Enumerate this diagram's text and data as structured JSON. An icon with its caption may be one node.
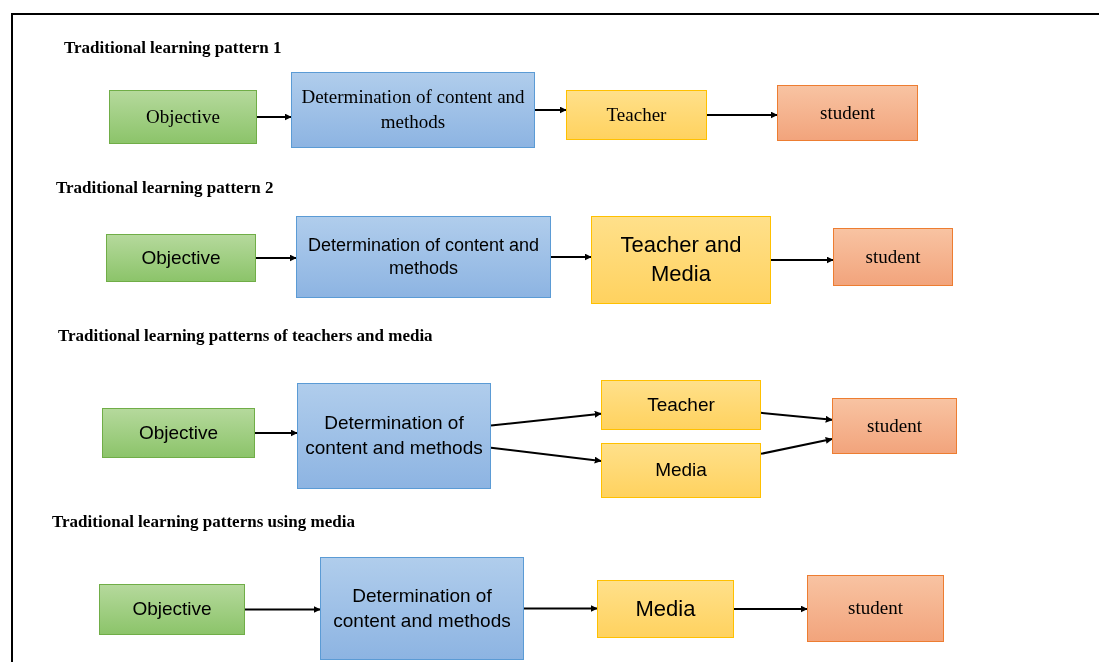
{
  "diagram": {
    "nodes": [
      {
        "text": [
          "Objective"
        ]
      },
      {
        "text": [
          "Determination of content and methods"
        ]
      },
      {
        "text": [
          "Teacher"
        ]
      },
      {
        "text": [
          "student"
        ]
      },
      {
        "text": [
          "Objective"
        ]
      },
      {
        "text": [
          "Determination of content and methods"
        ]
      },
      {
        "text": [
          "Teacher and Media"
        ]
      },
      {
        "text": [
          "student"
        ]
      },
      {
        "text": [
          "Objective"
        ]
      },
      {
        "text": [
          "Determination of content and methods"
        ]
      },
      {
        "text": [
          "Teacher"
        ]
      },
      {
        "text": [
          "Media"
        ]
      },
      {
        "text": [
          "student"
        ]
      },
      {
        "text": [
          "Objective"
        ]
      },
      {
        "text": [
          "Determination of content and methods"
        ]
      },
      {
        "text": [
          "Media"
        ]
      },
      {
        "text": [
          "student"
        ]
      }
    ],
    "edges": [
      {
        "from": 0,
        "to": 1,
        "arrow": "to"
      },
      {
        "from": 1,
        "to": 2,
        "arrow": "to"
      },
      {
        "from": 2,
        "to": 3,
        "arrow": "to"
      },
      {
        "from": 4,
        "to": 5,
        "arrow": "to"
      },
      {
        "from": 5,
        "to": 6,
        "arrow": "to"
      },
      {
        "from": 6,
        "to": 7,
        "arrow": "to"
      },
      {
        "from": 8,
        "to": 9,
        "arrow": "to"
      },
      {
        "from": 9,
        "to": 10,
        "arrow": "to"
      },
      {
        "from": 9,
        "to": 11,
        "arrow": "to"
      },
      {
        "from": 10,
        "to": 12,
        "arrow": "to"
      },
      {
        "from": 11,
        "to": 12,
        "arrow": "to"
      },
      {
        "from": 13,
        "to": 14,
        "arrow": "to"
      },
      {
        "from": 14,
        "to": 15,
        "arrow": "to"
      },
      {
        "from": 15,
        "to": 16,
        "arrow": "to"
      }
    ],
    "labels": [
      "Traditional learning pattern 1",
      "Traditional learning pattern 2",
      "Traditional learning patterns of teachers and media",
      "Traditional learning patterns using media"
    ]
  }
}
